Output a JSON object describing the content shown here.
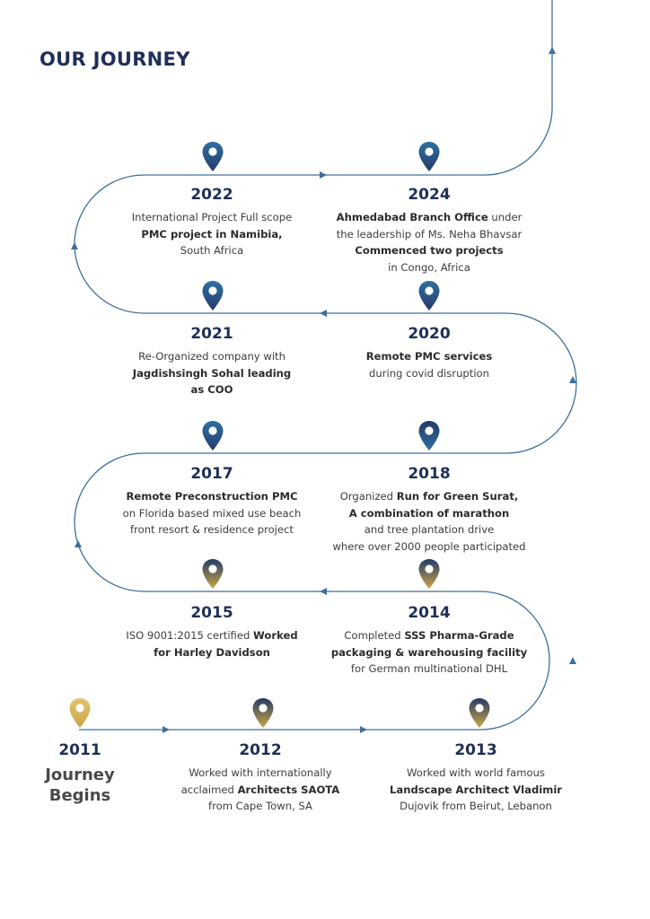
{
  "title": "OUR JOURNEY",
  "start": {
    "year": "2011",
    "line1": "Journey",
    "line2": "Begins"
  },
  "milestones": [
    {
      "year": "2012",
      "lines": [
        [
          "Worked with internationally"
        ],
        [
          "acclaimed ",
          "*Architects SAOTA"
        ],
        [
          "from Cape Town, SA"
        ]
      ]
    },
    {
      "year": "2013",
      "lines": [
        [
          "Worked with world famous"
        ],
        [
          "*Landscape Architect Vladimir"
        ],
        [
          "Dujovik from Beirut, Lebanon"
        ]
      ]
    },
    {
      "year": "2014",
      "lines": [
        [
          "Completed ",
          "*SSS Pharma-Grade"
        ],
        [
          "*packaging & warehousing facility"
        ],
        [
          "for German multinational DHL"
        ]
      ]
    },
    {
      "year": "2015",
      "lines": [
        [
          "ISO 9001:2015 certified ",
          "*Worked"
        ],
        [
          "*for Harley Davidson"
        ]
      ]
    },
    {
      "year": "2017",
      "lines": [
        [
          "*Remote Preconstruction PMC"
        ],
        [
          "on Florida based mixed use beach"
        ],
        [
          "front resort & residence project"
        ]
      ]
    },
    {
      "year": "2018",
      "lines": [
        [
          "Organized ",
          "*Run for Green Surat,"
        ],
        [
          "*A combination of marathon"
        ],
        [
          "and tree plantation drive"
        ],
        [
          "where over 2000 people participated"
        ]
      ]
    },
    {
      "year": "2020",
      "lines": [
        [
          "*Remote PMC services"
        ],
        [
          "during covid disruption"
        ]
      ]
    },
    {
      "year": "2021",
      "lines": [
        [
          "Re-Organized company with"
        ],
        [
          "*Jagdishsingh Sohal leading"
        ],
        [
          "*as COO"
        ]
      ]
    },
    {
      "year": "2022",
      "lines": [
        [
          "International Project Full scope"
        ],
        [
          "*PMC project in Namibia,"
        ],
        [
          "South Africa"
        ]
      ]
    },
    {
      "year": "2024",
      "lines": [
        [
          "*Ahmedabad Branch Office",
          " under"
        ],
        [
          "the leadership of Ms. Neha Bhavsar"
        ],
        [
          "*Commenced two projects"
        ],
        [
          "in Congo, Africa"
        ]
      ]
    }
  ],
  "colors": {
    "title": "#1f2f57",
    "path": "#3d6f9c",
    "pin_blue": "#2f6fa3",
    "pin_navy": "#253a68",
    "pin_gold": "#d4b257"
  }
}
